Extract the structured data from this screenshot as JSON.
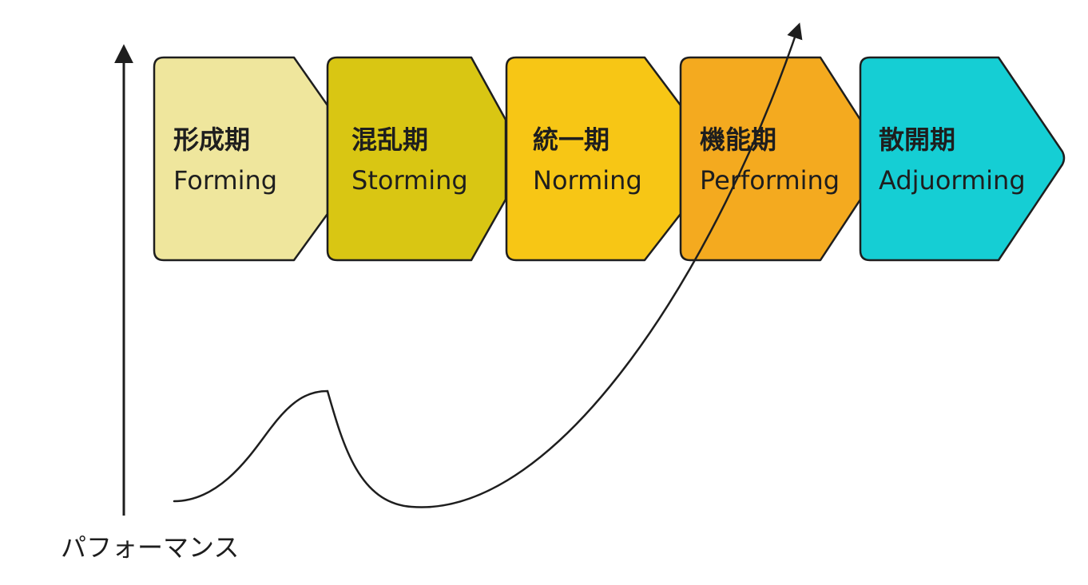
{
  "stages": [
    {
      "jp": "形成期",
      "en": "Forming",
      "color": "#efe69d"
    },
    {
      "jp": "混乱期",
      "en": "Storming",
      "color": "#d9c613"
    },
    {
      "jp": "統一期",
      "en": "Norming",
      "color": "#f7c615"
    },
    {
      "jp": "機能期",
      "en": "Performing",
      "color": "#f4aa1f"
    },
    {
      "jp": "散開期",
      "en": "Adjuorming",
      "color": "#15ced4"
    }
  ],
  "axis": {
    "y_label": "パフォーマンス"
  },
  "colors": {
    "stroke": "#1e1e1e"
  }
}
